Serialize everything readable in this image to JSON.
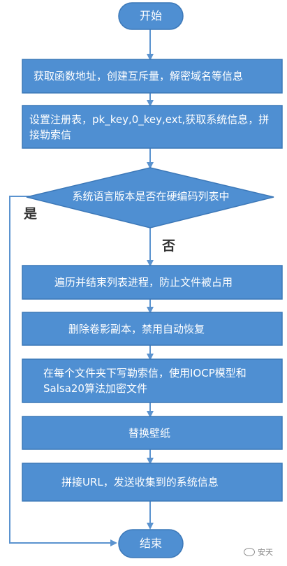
{
  "colors": {
    "box": "#4f8fd2",
    "box_border": "#3c78b8",
    "line": "#5b93cf"
  },
  "start": "开始",
  "step1": "获取函数地址，创建互斥量，解密域名等信息",
  "step2": "设置注册表，pk_key,0_key,ext,获取系统信息，拼接勒索信",
  "decision": "系统语言版本是否在硬编码列表中",
  "yes": "是",
  "no": "否",
  "step3": "遍历并结束列表进程，防止文件被占用",
  "step4": "删除卷影副本，禁用自动恢复",
  "step5": "在每个文件夹下写勒索信，使用IOCP模型和Salsa20算法加密文件",
  "step6": "替换壁纸",
  "step7": "拼接URL，发送收集到的系统信息",
  "end": "结束",
  "watermark": "安天"
}
